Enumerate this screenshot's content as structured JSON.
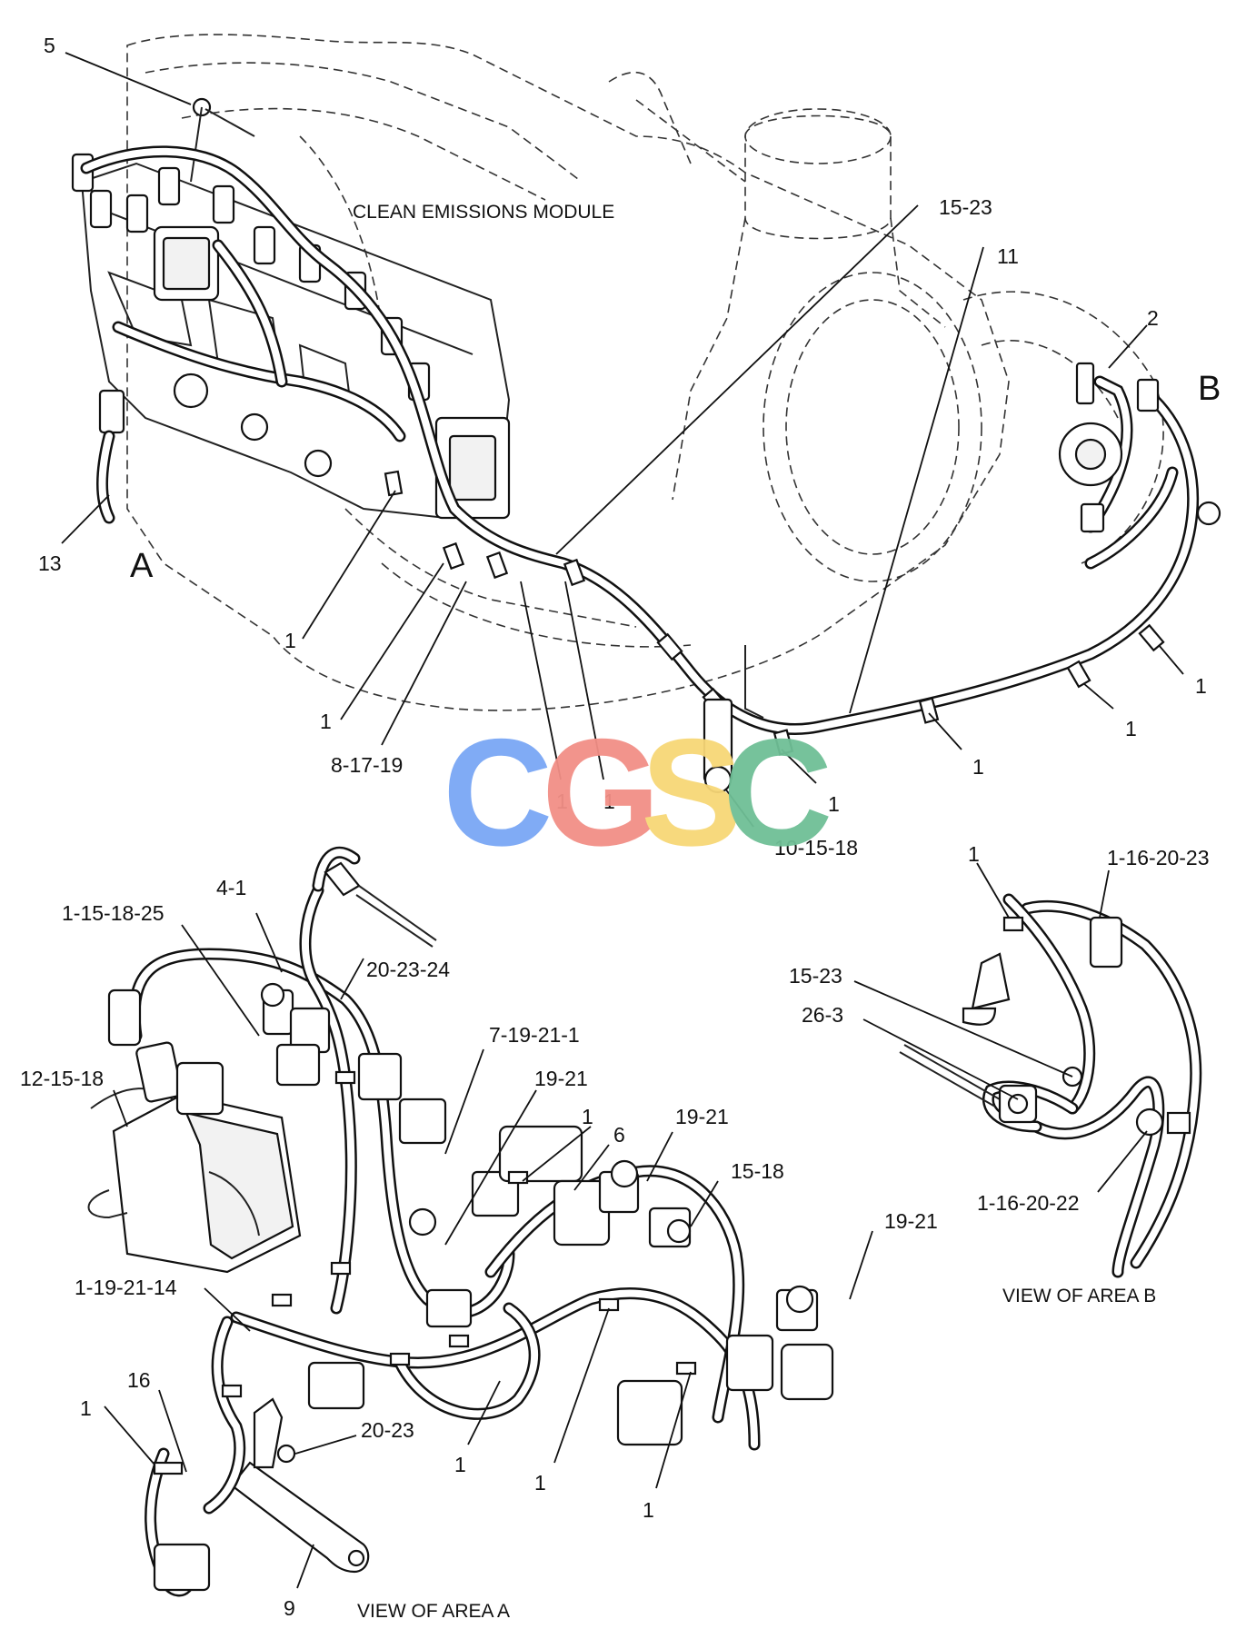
{
  "diagram": {
    "module_caption": "CLEAN EMISSIONS MODULE",
    "area_a_letter": "A",
    "area_b_letter": "B",
    "view_a_caption": "VIEW OF AREA  A",
    "view_b_caption": "VIEW OF AREA  B",
    "watermark": "CGSC",
    "watermark_colors": [
      "#7aa7f5",
      "#f28f86",
      "#f7d777",
      "#6fbf96"
    ]
  },
  "main_labels": [
    "5",
    "15-23",
    "11",
    "2",
    "13",
    "1",
    "1",
    "8-17-19",
    "1",
    "1",
    "1",
    "1",
    "1",
    "1",
    "10-15-18"
  ],
  "area_a_labels": [
    "4-1",
    "1-15-18-25",
    "20-23-24",
    "12-15-18",
    "7-19-21-1",
    "19-21",
    "1",
    "6",
    "19-21",
    "15-18",
    "19-21",
    "1-19-21-14",
    "16",
    "1",
    "20-23",
    "1",
    "1",
    "1",
    "9"
  ],
  "area_b_labels": [
    "1",
    "1-16-20-23",
    "15-23",
    "26-3",
    "1-16-20-22"
  ]
}
